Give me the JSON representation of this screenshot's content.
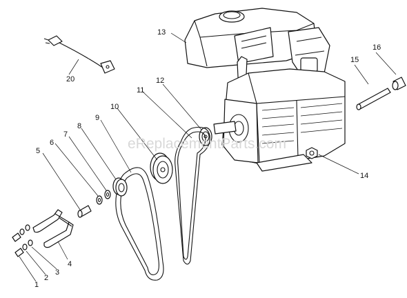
{
  "watermark": "eReplacementParts.com",
  "callouts": [
    "1",
    "2",
    "3",
    "4",
    "5",
    "6",
    "7",
    "8",
    "9",
    "10",
    "11",
    "12",
    "13",
    "14",
    "15",
    "16",
    "20"
  ]
}
